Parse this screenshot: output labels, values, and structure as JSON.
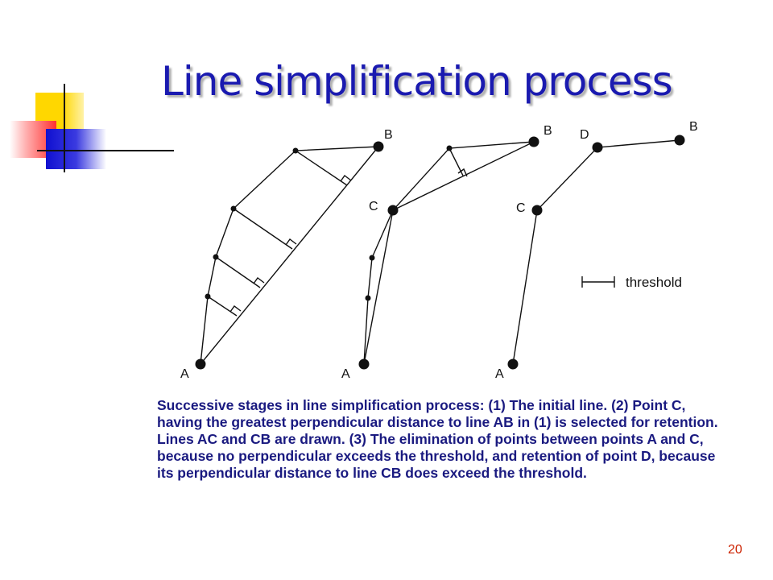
{
  "slide": {
    "title": "Line simplification process",
    "caption": "Successive stages in line simplification process: (1) The initial line. (2) Point C, having the greatest perpendicular distance to line AB in (1) is selected for retention. Lines AC and CB are drawn. (3) The elimination of points between points A and C, because no perpendicular exceeds the threshold, and retention of point D, because its perpendicular distance to line CB does exceed the threshold.",
    "slide_number": "20"
  },
  "figure": {
    "stage1": {
      "label_b": "B",
      "label_a": "A"
    },
    "stage2": {
      "label_b": "B",
      "label_c": "C",
      "label_a": "A"
    },
    "stage3": {
      "label_d": "D",
      "label_b": "B",
      "label_c": "C",
      "label_a": "A"
    },
    "legend": {
      "threshold_label": "threshold"
    }
  },
  "colors": {
    "title": "#1a1ab0",
    "caption": "#1a1a80",
    "slide_number": "#cc2200",
    "ink": "#111111"
  }
}
